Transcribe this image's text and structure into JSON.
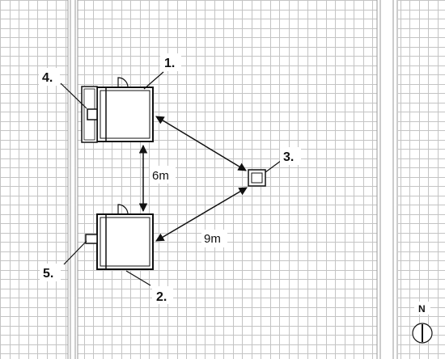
{
  "labels": {
    "building1": "1.",
    "building2": "2.",
    "marker3": "3.",
    "annex4": "4.",
    "annex5": "5."
  },
  "dimensions": {
    "vertical": "6m",
    "diagonal": "9m"
  },
  "compass": {
    "north_letter": "N"
  }
}
